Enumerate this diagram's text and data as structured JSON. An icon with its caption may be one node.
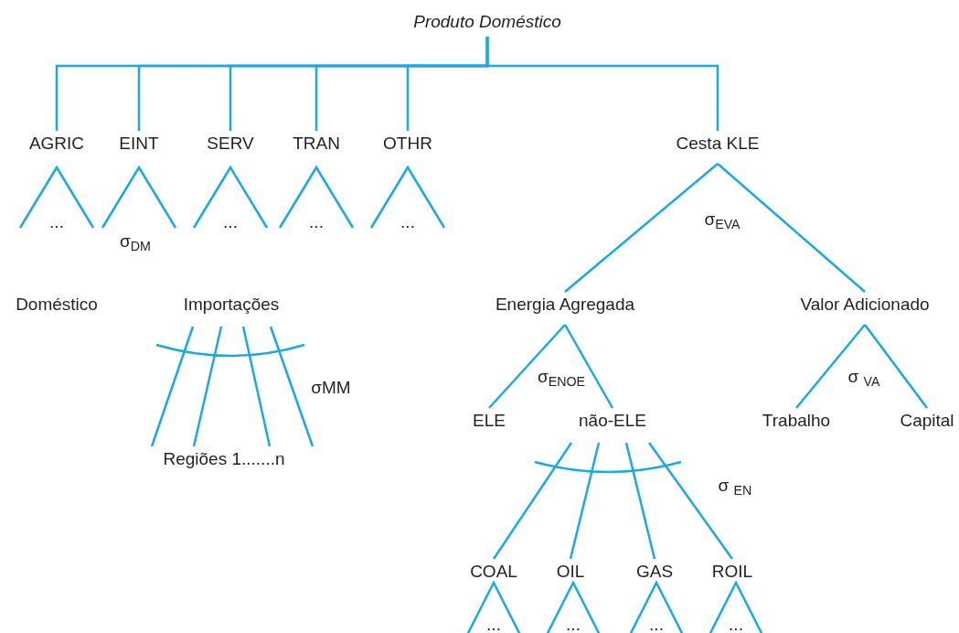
{
  "diagram": {
    "nodes": [
      {
        "text": [
          "Produto Doméstico"
        ]
      },
      {
        "text": [
          "AGRIC"
        ]
      },
      {
        "text": [
          "EINT"
        ]
      },
      {
        "text": [
          "SERV"
        ]
      },
      {
        "text": [
          "TRAN"
        ]
      },
      {
        "text": [
          "OTHR"
        ]
      },
      {
        "text": [
          "Cesta KLE"
        ]
      },
      {
        "text": [
          "Doméstico"
        ]
      },
      {
        "text": [
          "Importações"
        ]
      },
      {
        "text": [
          "Regiões 1.......n"
        ]
      },
      {
        "text": [
          "Energia Agregada"
        ]
      },
      {
        "text": [
          "Valor Adicionado"
        ]
      },
      {
        "text": [
          "ELE"
        ]
      },
      {
        "text": [
          "não-ELE"
        ]
      },
      {
        "text": [
          "Trabalho"
        ]
      },
      {
        "text": [
          "Capital"
        ]
      },
      {
        "text": [
          "COAL"
        ]
      },
      {
        "text": [
          "OIL"
        ]
      },
      {
        "text": [
          "GAS"
        ]
      },
      {
        "text": [
          "ROIL"
        ]
      }
    ],
    "edges": [
      {
        "from": 0,
        "to": 1,
        "arrow": "none"
      },
      {
        "from": 0,
        "to": 2,
        "arrow": "none"
      },
      {
        "from": 0,
        "to": 3,
        "arrow": "none"
      },
      {
        "from": 0,
        "to": 4,
        "arrow": "none"
      },
      {
        "from": 0,
        "to": 5,
        "arrow": "none"
      },
      {
        "from": 0,
        "to": 6,
        "arrow": "none"
      },
      {
        "from": 6,
        "to": 10,
        "arrow": "none"
      },
      {
        "from": 6,
        "to": 11,
        "arrow": "none"
      },
      {
        "from": 10,
        "to": 12,
        "arrow": "none"
      },
      {
        "from": 10,
        "to": 13,
        "arrow": "none"
      },
      {
        "from": 11,
        "to": 14,
        "arrow": "none"
      },
      {
        "from": 11,
        "to": 15,
        "arrow": "none"
      },
      {
        "from": 13,
        "to": 16,
        "arrow": "none"
      },
      {
        "from": 13,
        "to": 17,
        "arrow": "none"
      },
      {
        "from": 13,
        "to": 18,
        "arrow": "none"
      },
      {
        "from": 13,
        "to": 19,
        "arrow": "none"
      },
      {
        "from": 8,
        "to": 9,
        "arrow": "none"
      },
      {
        "from": 8,
        "to": 9,
        "arrow": "none"
      },
      {
        "from": 8,
        "to": 9,
        "arrow": "none"
      },
      {
        "from": 8,
        "to": 9,
        "arrow": "none"
      }
    ],
    "labels": [
      "σ$_{EVA}$",
      "...",
      "...",
      "...",
      "...",
      "σ$_{DM}$",
      "σ$_{ENOE}$",
      "σ $_{VA}$",
      "σMM",
      "σ $_{EN}$",
      "...",
      "...",
      "...",
      "..."
    ]
  }
}
